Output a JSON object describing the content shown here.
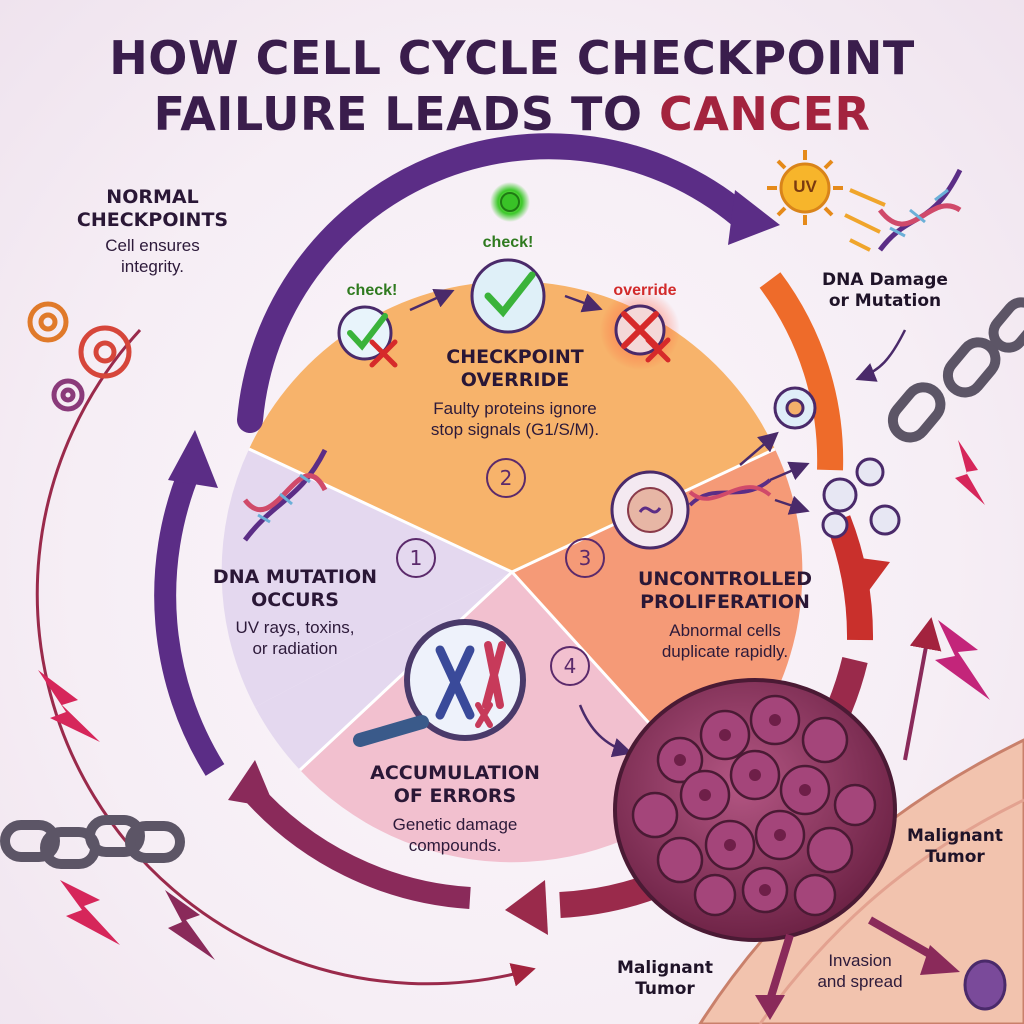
{
  "title": {
    "line1": "HOW CELL CYCLE CHECKPOINT",
    "line2_plain": "FAILURE LEADS TO ",
    "line2_accent": "CANCER"
  },
  "normal_checkpoints": {
    "heading_line1": "NORMAL",
    "heading_line2": "CHECKPOINTS",
    "body_line1": "Cell ensures",
    "body_line2": "integrity."
  },
  "dna_damage": {
    "uv_label": "UV",
    "label_line1": "DNA Damage",
    "label_line2": "or Mutation"
  },
  "steps": [
    {
      "number": "1",
      "heading_line1": "DNA MUTATION",
      "heading_line2": "OCCURS",
      "body_line1": "UV rays, toxins,",
      "body_line2": "or radiation"
    },
    {
      "number": "2",
      "heading_line1": "CHECKPOINT",
      "heading_line2": "OVERRIDE",
      "body_line1": "Faulty proteins ignore",
      "body_line2": "stop signals (G1/S/M)."
    },
    {
      "number": "3",
      "heading_line1": "UNCONTROLLED",
      "heading_line2": "PROLIFERATION",
      "body_line1": "Abnormal cells",
      "body_line2": "duplicate rapidly."
    },
    {
      "number": "4",
      "heading_line1": "ACCUMULATION",
      "heading_line2": "OF ERRORS",
      "body_line1": "Genetic damage",
      "body_line2": "compounds."
    }
  ],
  "checkpoint_labels": {
    "check_left": "check!",
    "check_top": "check!",
    "override": "override"
  },
  "tumor": {
    "label_right_line1": "Malignant",
    "label_right_line2": "Tumor",
    "label_bottom_line1": "Malignant",
    "label_bottom_line2": "Tumor",
    "invasion_line1": "Invasion",
    "invasion_line2": "and spread"
  },
  "colors": {
    "step1": "#e4d8ef",
    "step2": "#f7b36b",
    "step3": "#f59a77",
    "step4": "#f2c0cf",
    "ring_purple": "#5b2d86",
    "ring_red": "#b3234a",
    "ring_orange": "#ee6b2a",
    "tumor": "#8f3559",
    "accent": "#a3233e"
  }
}
